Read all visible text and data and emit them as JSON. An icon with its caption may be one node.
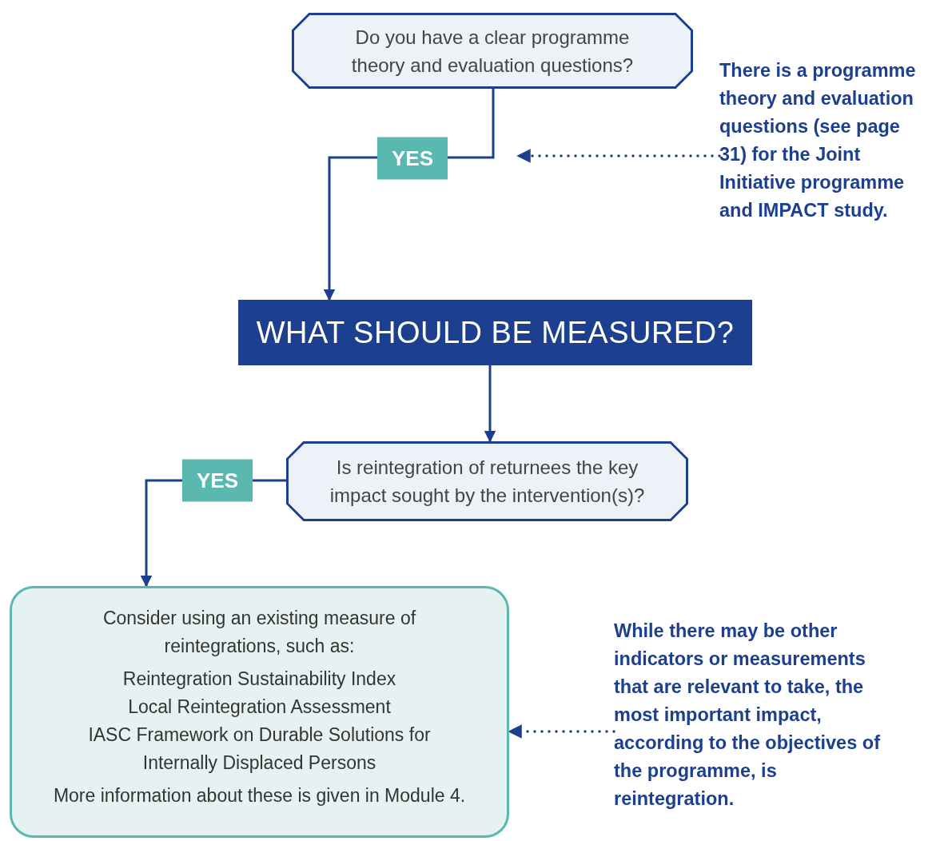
{
  "diagram": {
    "nodes": [
      {
        "text": [
          "Do you have a clear programme theory and evaluation questions?"
        ]
      },
      {
        "text": [
          "There is a programme theory and evaluation questions (see page 31) for the Joint Initiative programme and IMPACT study."
        ]
      },
      {
        "text": [
          "WHAT SHOULD BE MEASURED?"
        ]
      },
      {
        "text": [
          "Is reintegration of returnees the key impact sought by the intervention(s)?"
        ]
      },
      {
        "text": [
          "Consider using an existing measure of reintegrations, such as:",
          "Reintegration Sustainability Index",
          "Local Reintegration Assessment",
          "IASC Framework on Durable Solutions for Internally Displaced Persons",
          "More information about these is given in Module 4."
        ]
      },
      {
        "text": [
          "While there may be other indicators or measurements that are relevant to take, the most important impact, according to the objectives of the programme, is reintegration."
        ]
      }
    ],
    "edges": [
      {
        "from": 0,
        "to": 2,
        "arrow": "to",
        "label": "YES"
      },
      {
        "from": 1,
        "to": null,
        "arrow": "to",
        "style": "dashed"
      },
      {
        "from": 2,
        "to": 3,
        "arrow": "to"
      },
      {
        "from": 3,
        "to": 4,
        "arrow": "to",
        "label": "YES"
      },
      {
        "from": 5,
        "to": 4,
        "arrow": "to",
        "style": "dashed"
      }
    ]
  }
}
